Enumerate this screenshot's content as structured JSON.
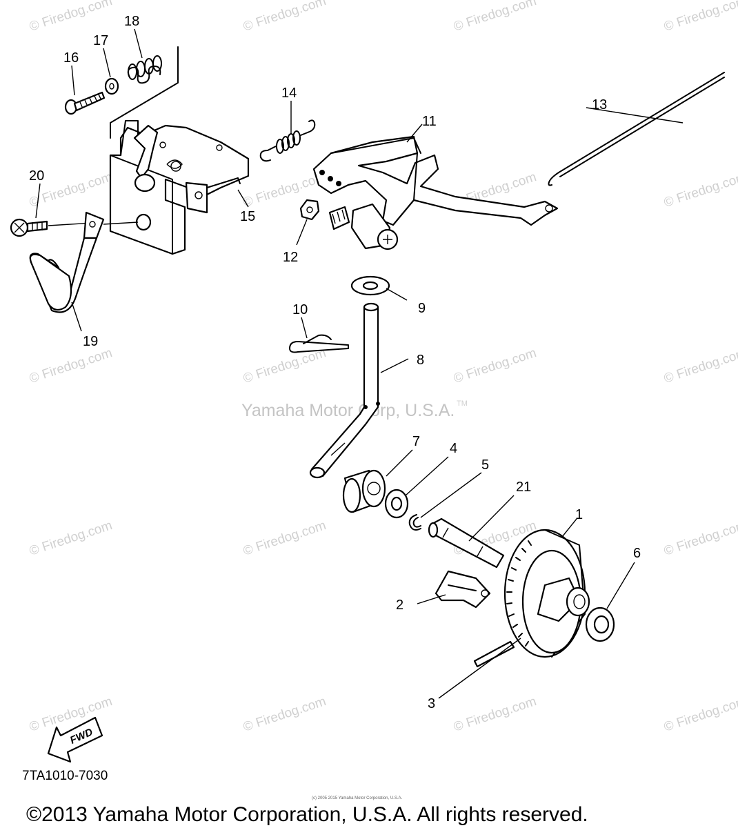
{
  "watermark": {
    "text": "© Firedog.com",
    "center_text": "Yamaha Motor Corp, U.S.A.",
    "center_mark": "TM"
  },
  "part_labels": [
    "1",
    "2",
    "3",
    "4",
    "5",
    "6",
    "7",
    "8",
    "9",
    "10",
    "11",
    "12",
    "13",
    "14",
    "15",
    "16",
    "17",
    "18",
    "19",
    "20",
    "21"
  ],
  "direction_arrow": "FWD",
  "diagram_code": "7TA1010-7030",
  "small_copyright": "(c) 2005 2015 Yamaha Motor Corporation, U.S.A.",
  "footer_copyright": "©2013 Yamaha Motor Corporation, U.S.A. All rights reserved."
}
